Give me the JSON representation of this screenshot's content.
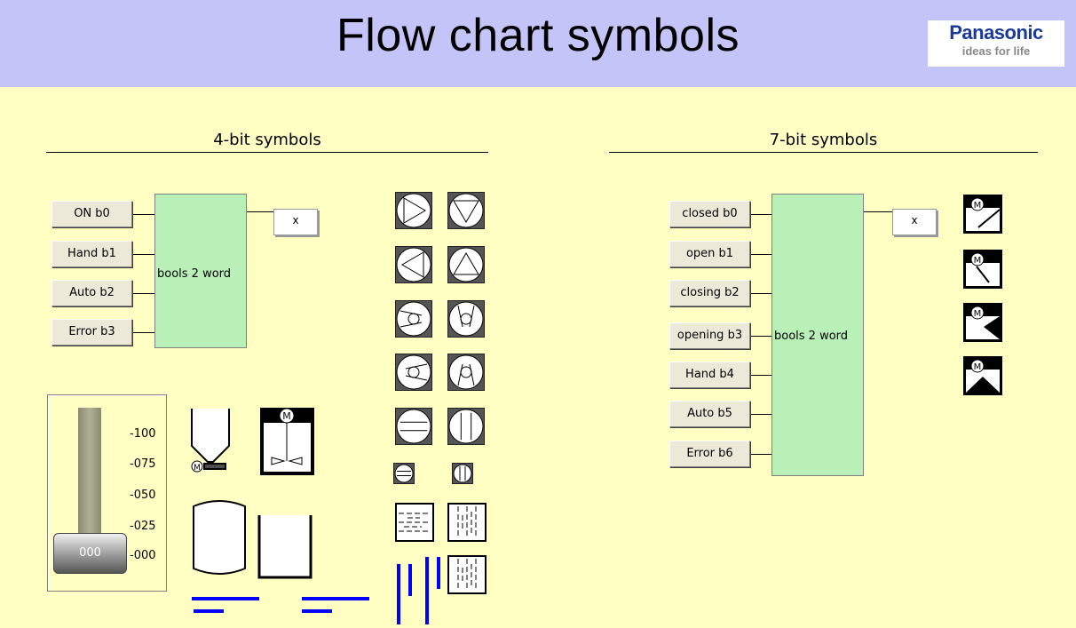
{
  "header": {
    "title": "Flow chart symbols"
  },
  "logo": {
    "brand": "Panasonic",
    "tagline": "ideas for life"
  },
  "four_bit": {
    "title": "4-bit symbols",
    "buttons": [
      "ON b0",
      "Hand b1",
      "Auto b2",
      "Error b3"
    ],
    "block_label": "bools 2 word",
    "output_label": "x"
  },
  "seven_bit": {
    "title": "7-bit symbols",
    "buttons": [
      "closed b0",
      "open b1",
      "closing b2",
      "opening b3",
      "Hand b4",
      "Auto b5",
      "Error b6"
    ],
    "block_label": "bools 2 word",
    "output_label": "x"
  },
  "slider": {
    "scale": [
      "-100",
      "-075",
      "-050",
      "-025",
      "-000"
    ],
    "value_text": "000",
    "level": 0
  },
  "symbol_icons": [
    "pump-right-icon",
    "pump-down-icon",
    "pump-left-icon",
    "pump-up-icon",
    "fan-right-icon",
    "fan-down-icon",
    "fan-left-icon",
    "fan-up-icon",
    "valve-horizontal-icon",
    "valve-vertical-icon",
    "small-valve-horizontal-icon",
    "small-valve-vertical-icon",
    "heat-exchanger-horizontal-icon",
    "heat-exchanger-vertical-icon",
    "heat-exchanger-vertical-2-icon",
    "silo-motor-icon",
    "mixer-tank-icon",
    "vessel-icon",
    "open-tank-icon",
    "pipe-horizontal-icon",
    "pipe-vertical-icon",
    "motor-valve-icon",
    "motor-damper-icon",
    "motor-butterfly-valve-icon",
    "motor-gate-valve-icon"
  ],
  "colors": {
    "header_bg": "#c4c4f8",
    "page_bg": "#ffffc4",
    "block_fill": "#b8f0b8",
    "pipe": "#0000ff",
    "brand": "#1a3a9a"
  }
}
